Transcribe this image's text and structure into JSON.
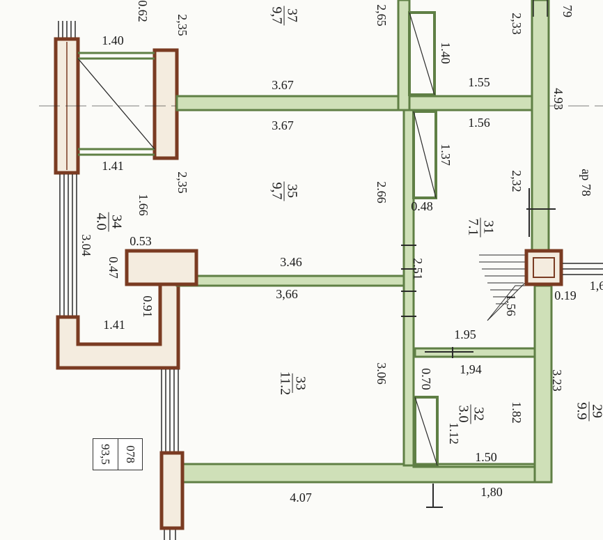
{
  "labels": {
    "d_0_62": "0.62",
    "d_2_35_a": "2,35",
    "d_2_65": "2,65",
    "d_2_33": "2,33",
    "d_79": "79",
    "d_1_40_a": "1.40",
    "d_1_40_b": "1.40",
    "d_3_67_a": "3.67",
    "d_3_67_b": "3.67",
    "d_1_55": "1.55",
    "d_4_93": "4.93",
    "d_1_56": "1.56",
    "d_1_41_a": "1.41",
    "d_1_37": "1.37",
    "d_2_35_b": "2,35",
    "d_2_66": "2.66",
    "d_2_32": "2,32",
    "d_ap78": "ар 78",
    "d_1_66": "1.66",
    "d_0_48": "0.48",
    "d_3_04": "3.04",
    "d_0_53": "0.53",
    "d_0_47": "0.47",
    "d_3_46": "3.46",
    "d_3_66": "3,66",
    "d_2_51": "2.51",
    "d_0_91": "0.91",
    "d_1_41_b": "1.41",
    "d_0_19": "0.19",
    "d_1_6": "1,6",
    "d_1_56_stair": "1.56",
    "d_1_95": "1.95",
    "d_1_94": "1,94",
    "d_3_06": "3.06",
    "d_0_70": "0.70",
    "d_3_23": "3.23",
    "d_1_82": "1.82",
    "d_1_12": "1.12",
    "d_1_50": "1.50",
    "d_4_07": "4.07",
    "d_1_80": "1,80"
  },
  "rooms": [
    {
      "num": "37",
      "area": "9,7"
    },
    {
      "num": "35",
      "area": "9,7"
    },
    {
      "num": "34",
      "area": "4.0"
    },
    {
      "num": "31",
      "area": "7.1"
    },
    {
      "num": "33",
      "area": "11.2"
    },
    {
      "num": "32",
      "area": "3.0"
    },
    {
      "num": "29",
      "area": "9.9"
    }
  ],
  "stamp": {
    "apartment": "078",
    "total_area": "93,5"
  },
  "colors": {
    "wall_green": "#5f7f45",
    "wall_green_light": "#cfe0b8",
    "wall_brown": "#7a3b22",
    "wall_brown_fill": "#f4ecdf",
    "window_line": "#2a2a2a",
    "text": "#1a1a1a"
  }
}
